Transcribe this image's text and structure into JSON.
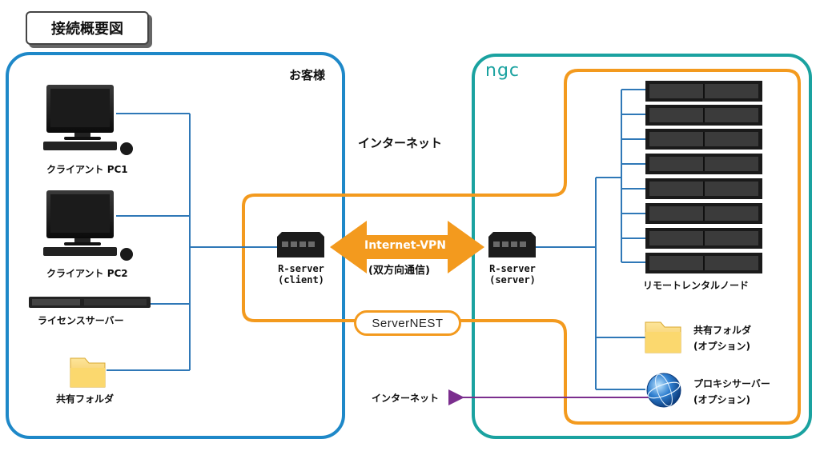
{
  "title": "接続概要図",
  "customer_label": "お客様",
  "ngc_logo": "ngc",
  "internet_label_top": "インターネット",
  "internet_label_bottom": "インターネット",
  "vpn_label": "Internet-VPN",
  "vpn_sub": "(双方向通信)",
  "rserver_client": {
    "line1": "R-server",
    "line2": "(client)"
  },
  "rserver_server": {
    "line1": "R-server",
    "line2": "(server)"
  },
  "servernest": "ServerNEST",
  "customer_devices": [
    "クライアント PC1",
    "クライアント PC2",
    "ライセンスサーバー",
    "共有フォルダ"
  ],
  "ngc_devices": {
    "nodes": "リモートレンタルノード",
    "shared_folder": {
      "line1": "共有フォルダ",
      "line2": "(オプション)"
    },
    "proxy": {
      "line1": "プロキシサーバー",
      "line2": "(オプション)"
    }
  },
  "colors": {
    "blue": "#1e88c8",
    "teal": "#1aa2a0",
    "orange": "#f39a1e",
    "purple": "#7b2e8e",
    "line": "#2f78b7"
  }
}
